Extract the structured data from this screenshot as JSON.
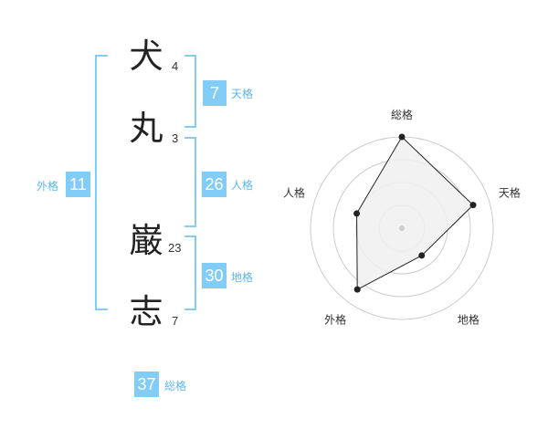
{
  "name_chars": [
    {
      "char": "犬",
      "strokes": "4"
    },
    {
      "char": "丸",
      "strokes": "3"
    },
    {
      "char": "巌",
      "strokes": "23"
    },
    {
      "char": "志",
      "strokes": "7"
    }
  ],
  "fortunes": {
    "tenkaku": {
      "value": "7",
      "label": "天格"
    },
    "jinkaku": {
      "value": "26",
      "label": "人格"
    },
    "chikaku": {
      "value": "30",
      "label": "地格"
    },
    "gaikaku": {
      "value": "11",
      "label": "外格"
    },
    "soukaku": {
      "value": "37",
      "label": "総格"
    }
  },
  "colors": {
    "accent": "#82cdf7",
    "accent_text": "#5ab7ec",
    "radar_fill": "#f0f0f0",
    "radar_line": "#222222",
    "ring": "#cccccc"
  },
  "chart_data": {
    "type": "radar",
    "axes": [
      "総格",
      "天格",
      "地格",
      "外格",
      "人格"
    ],
    "values": [
      1.0,
      0.82,
      0.37,
      0.83,
      0.52
    ],
    "range": [
      0,
      1
    ],
    "rings": 4
  }
}
